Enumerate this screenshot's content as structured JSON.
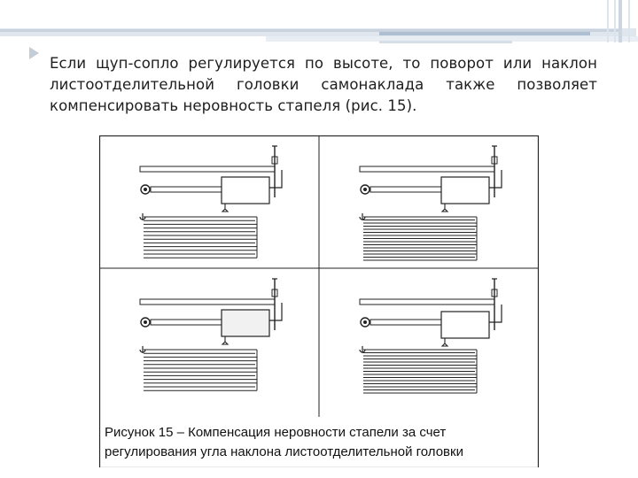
{
  "paragraph": {
    "lines": [
      "Если щуп-сопло регулируется по высоте, то поворот или наклон",
      "листоотделительной головки самонаклада также позволяет",
      "компенсировать неровность стапеля (рис. 15)."
    ]
  },
  "figure": {
    "caption_lines": [
      "Рисунок 15 – Компенсация неровности стапели за счет",
      "регулирования угла наклона листоотделительной головки"
    ]
  }
}
